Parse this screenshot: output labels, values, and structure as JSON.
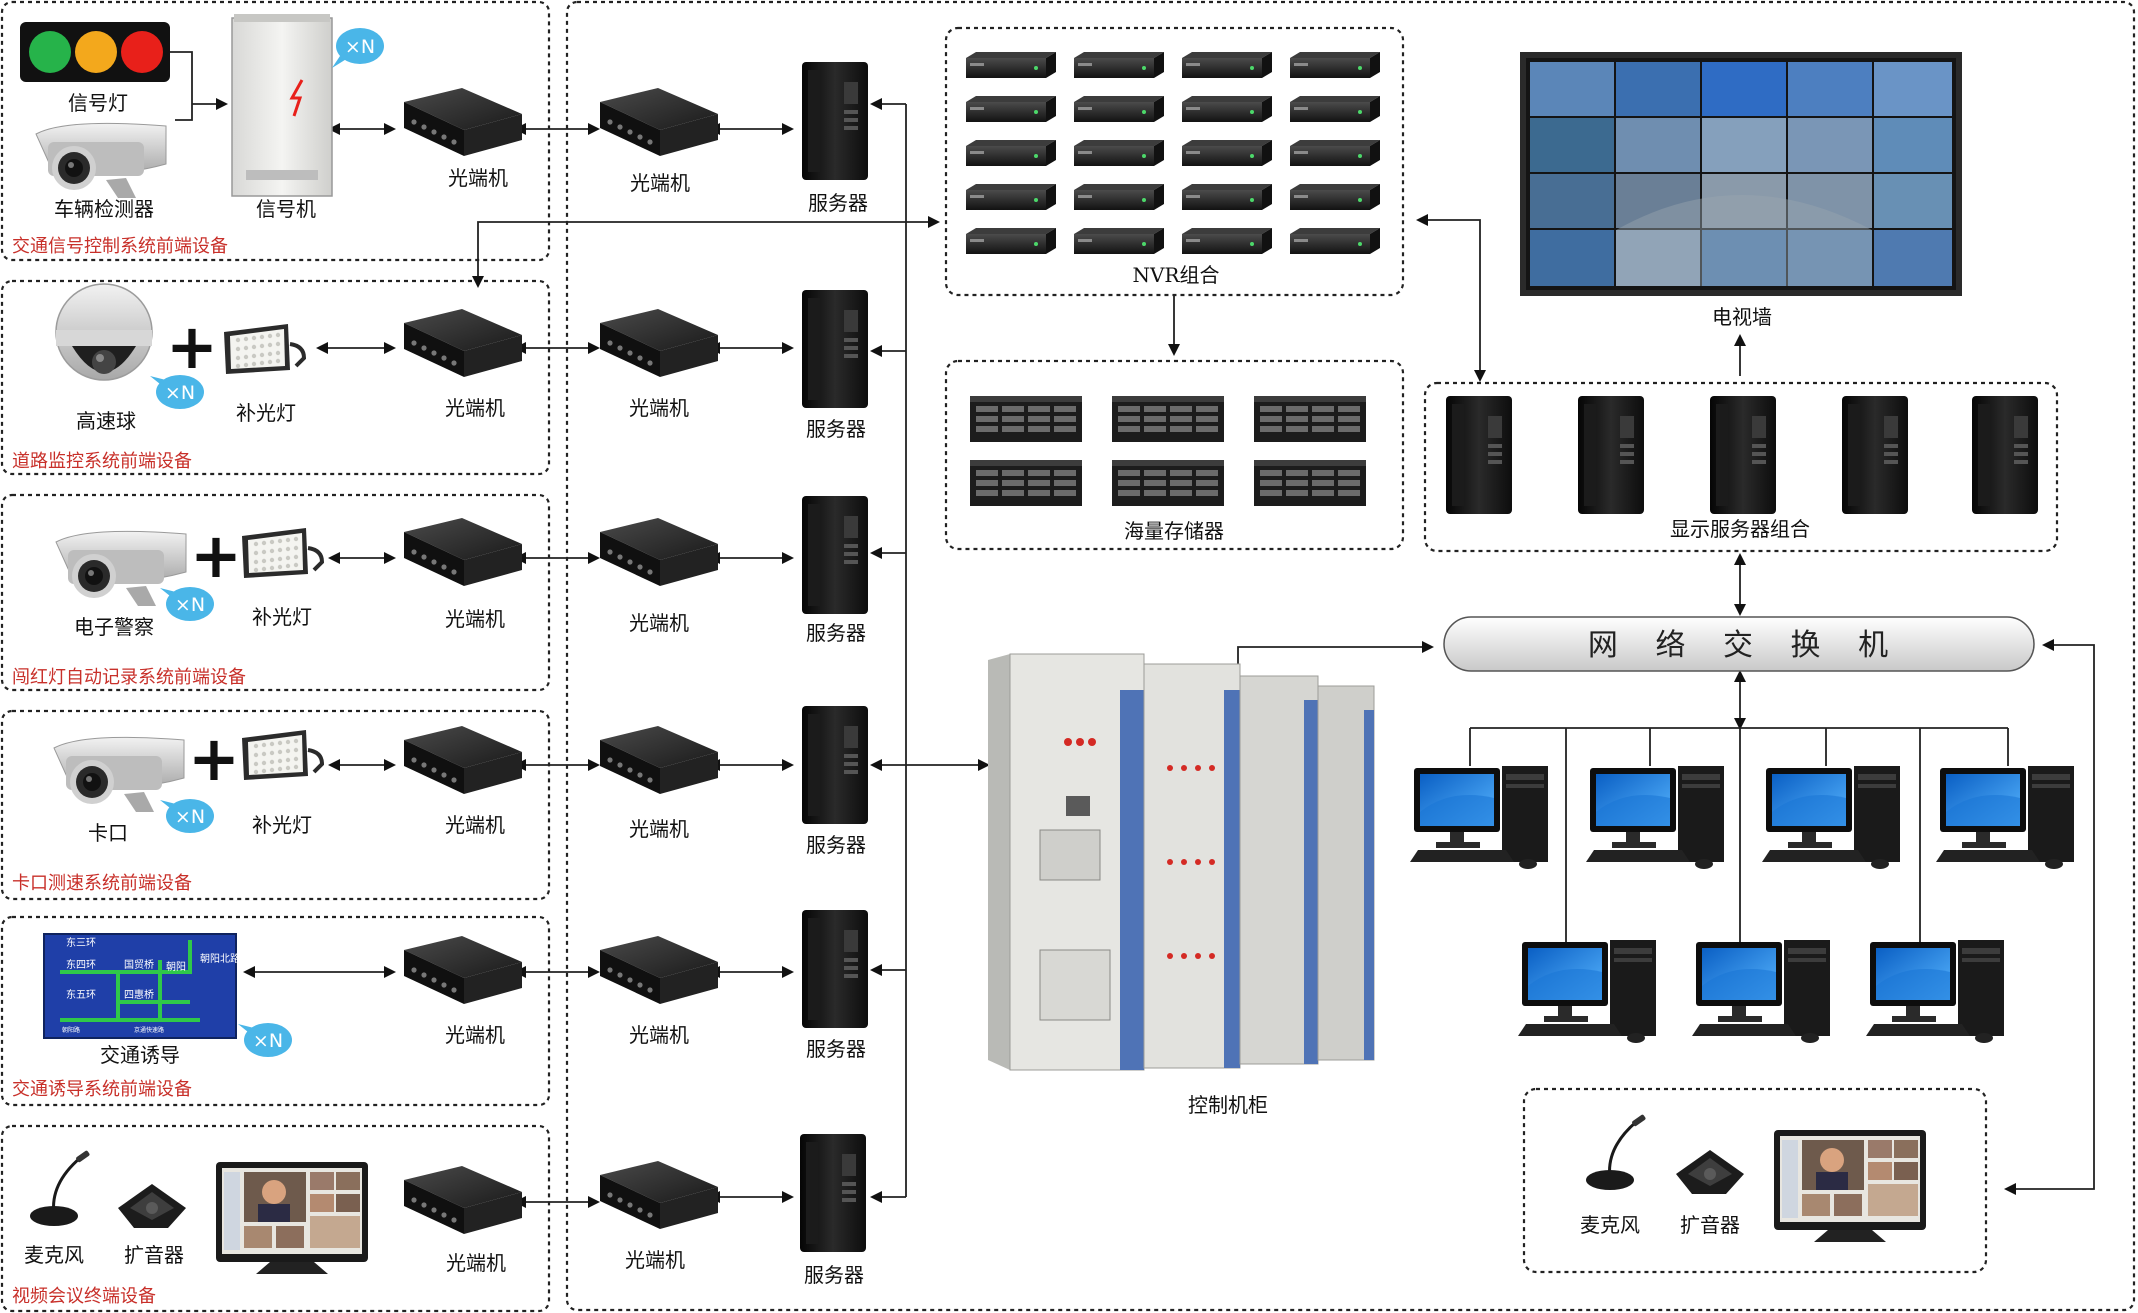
{
  "labels": {
    "signal_light": "信号灯",
    "vehicle_detector": "车辆检测器",
    "signal_cabinet": "信号机",
    "optical_transceiver": "光端机",
    "server": "服务器",
    "speed_dome": "高速球",
    "fill_light": "补光灯",
    "e_police": "电子警察",
    "checkpoint": "卡口",
    "traffic_guidance": "交通诱导",
    "microphone": "麦克风",
    "speaker": "扩音器",
    "nvr_group": "NVR组合",
    "mass_storage": "海量存储器",
    "video_wall": "电视墙",
    "display_server_group": "显示服务器组合",
    "network_switch": "网 络 交 换 机",
    "control_cabinet": "控制机柜",
    "xn": "×N"
  },
  "sections": {
    "traffic_signal": "交通信号控制系统前端设备",
    "road_monitoring": "道路监控系统前端设备",
    "red_light": "闯红灯自动记录系统前端设备",
    "checkpoint_speed": "卡口测速系统前端设备",
    "guidance": "交通诱导系统前端设备",
    "video_conf": "视频会议终端设备"
  },
  "guidance_sign": {
    "r1": "东三环",
    "r2": "东四环",
    "r3": "国贸桥",
    "r4": "朝阳",
    "r5": "东五环",
    "r6": "四惠桥",
    "r7": "朝阳北路",
    "r8": "朝阳路",
    "r9": "京通快速路"
  },
  "colors": {
    "section_label": "#c8302a",
    "xn_badge": "#4ab6e8",
    "signal_red": "#e8201a",
    "signal_yellow": "#f3a81c",
    "signal_green": "#26b34a",
    "sign_blue": "#1f3fa8",
    "sign_green": "#2fc84a"
  }
}
